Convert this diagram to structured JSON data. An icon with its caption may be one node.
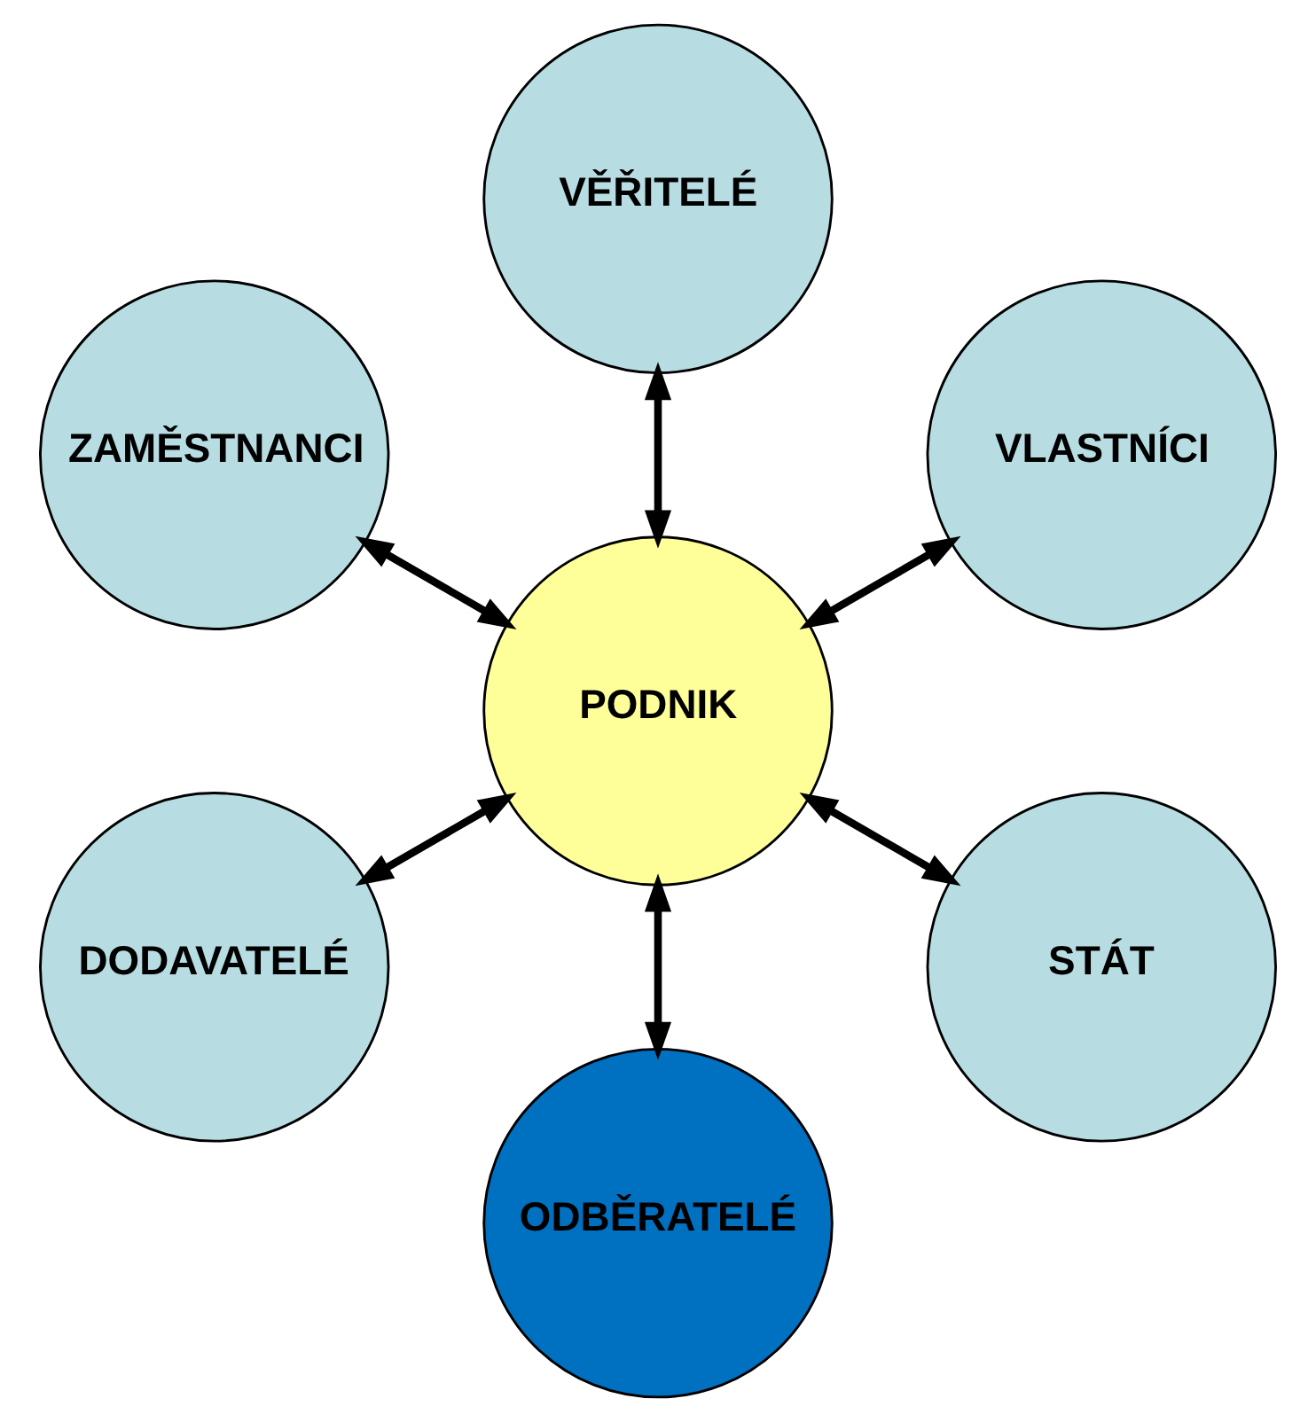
{
  "diagram": {
    "nodes": [
      {
        "text": [
          "VLASTNÍCI"
        ]
      },
      {
        "text": [
          "VĚŘITELÉ"
        ]
      },
      {
        "text": [
          "ZAMĚSTNANCI"
        ]
      },
      {
        "text": [
          "PODNIK"
        ]
      },
      {
        "text": [
          "DODAVATELÉ"
        ]
      },
      {
        "text": [
          "ODBĚRATELÉ"
        ]
      },
      {
        "text": [
          "STÁT"
        ]
      }
    ],
    "edges": [
      {
        "from": 3,
        "to": 0,
        "arrow": "both"
      },
      {
        "from": 3,
        "to": 2,
        "arrow": "both"
      },
      {
        "from": 3,
        "to": 5,
        "arrow": "both"
      },
      {
        "from": 3,
        "to": 6,
        "arrow": "both"
      },
      {
        "from": 3,
        "to": 4,
        "arrow": "both"
      },
      {
        "from": 3,
        "to": 1,
        "arrow": "both"
      }
    ]
  }
}
